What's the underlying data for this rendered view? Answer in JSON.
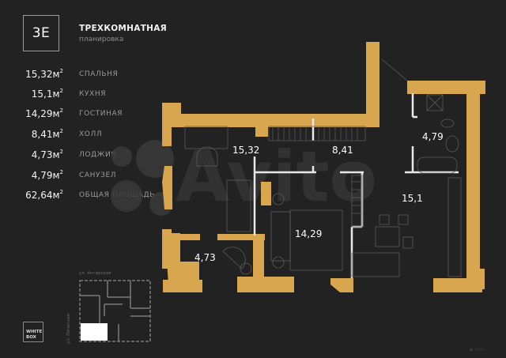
{
  "header": {
    "badge": "3E",
    "title": "ТРЕХКОМНАТНАЯ",
    "subtitle": "планировка"
  },
  "areas": [
    {
      "value": "15,32",
      "unit": "м",
      "sup": "2",
      "label": "СПАЛЬНЯ"
    },
    {
      "value": "15,1",
      "unit": "м",
      "sup": "2",
      "label": "КУХНЯ"
    },
    {
      "value": "14,29",
      "unit": "м",
      "sup": "2",
      "label": "ГОСТИНАЯ"
    },
    {
      "value": "8,41",
      "unit": "м",
      "sup": "2",
      "label": "ХОЛЛ"
    },
    {
      "value": "4,73",
      "unit": "м",
      "sup": "2",
      "label": "ЛОДЖИЯ"
    },
    {
      "value": "4,79",
      "unit": "м",
      "sup": "2",
      "label": "САНУЗЕЛ"
    },
    {
      "value": "62,64",
      "unit": "м",
      "sup": "2",
      "label": "ОБЩАЯ ПЛОЩАДЬ"
    }
  ],
  "plan": {
    "rooms": [
      {
        "name": "bedroom",
        "label": "15,32"
      },
      {
        "name": "hall",
        "label": "8,41"
      },
      {
        "name": "bathroom",
        "label": "4,79"
      },
      {
        "name": "kitchen",
        "label": "15,1"
      },
      {
        "name": "living-room",
        "label": "14,29"
      },
      {
        "name": "loggia",
        "label": "4,73"
      }
    ],
    "wall_color": "#D9A650",
    "background": "#222223"
  },
  "keyplan": {
    "street_top": "ул. Ангарская",
    "street_left": "ул. Печатная"
  },
  "brand": {
    "whitebox_line1": "WHITE",
    "whitebox_line2": "BOX"
  },
  "watermark": {
    "text": "Avito",
    "small": "● Avito"
  }
}
